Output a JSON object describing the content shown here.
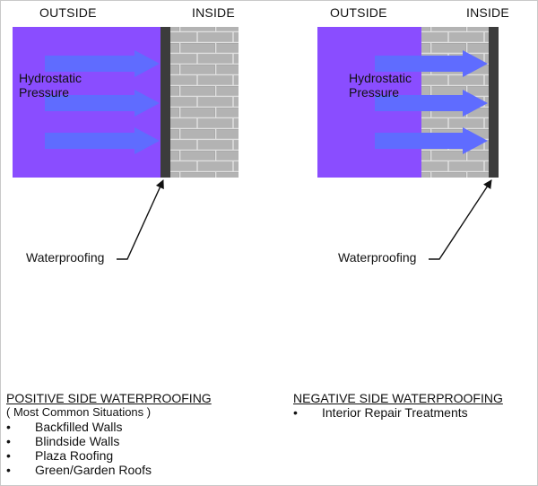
{
  "left": {
    "outside_label": "OUTSIDE",
    "inside_label": "INSIDE",
    "pressure_label_line1": "Hydrostatic",
    "pressure_label_line2": "Pressure",
    "waterproofing_label": "Waterproofing"
  },
  "right": {
    "outside_label": "OUTSIDE",
    "inside_label": "INSIDE",
    "pressure_label_line1": "Hydrostatic",
    "pressure_label_line2": "Pressure",
    "waterproofing_label": "Waterproofing"
  },
  "positive": {
    "title": "POSITIVE SIDE WATERPROOFING",
    "subtitle": "( Most Common Situations )",
    "bullet": "•",
    "items": [
      "Backfilled Walls",
      "Blindside Walls",
      "Plaza Roofing",
      "Green/Garden Roofs"
    ]
  },
  "negative": {
    "title": "NEGATIVE SIDE WATERPROOFING",
    "bullet": "•",
    "items": [
      "Interior Repair Treatments"
    ]
  },
  "colors": {
    "water": "#8a4dff",
    "arrow": "#5f6cff",
    "membrane": "#3c3c3c",
    "brick": "#a9a9a9",
    "mortar": "#dcdcdc"
  }
}
